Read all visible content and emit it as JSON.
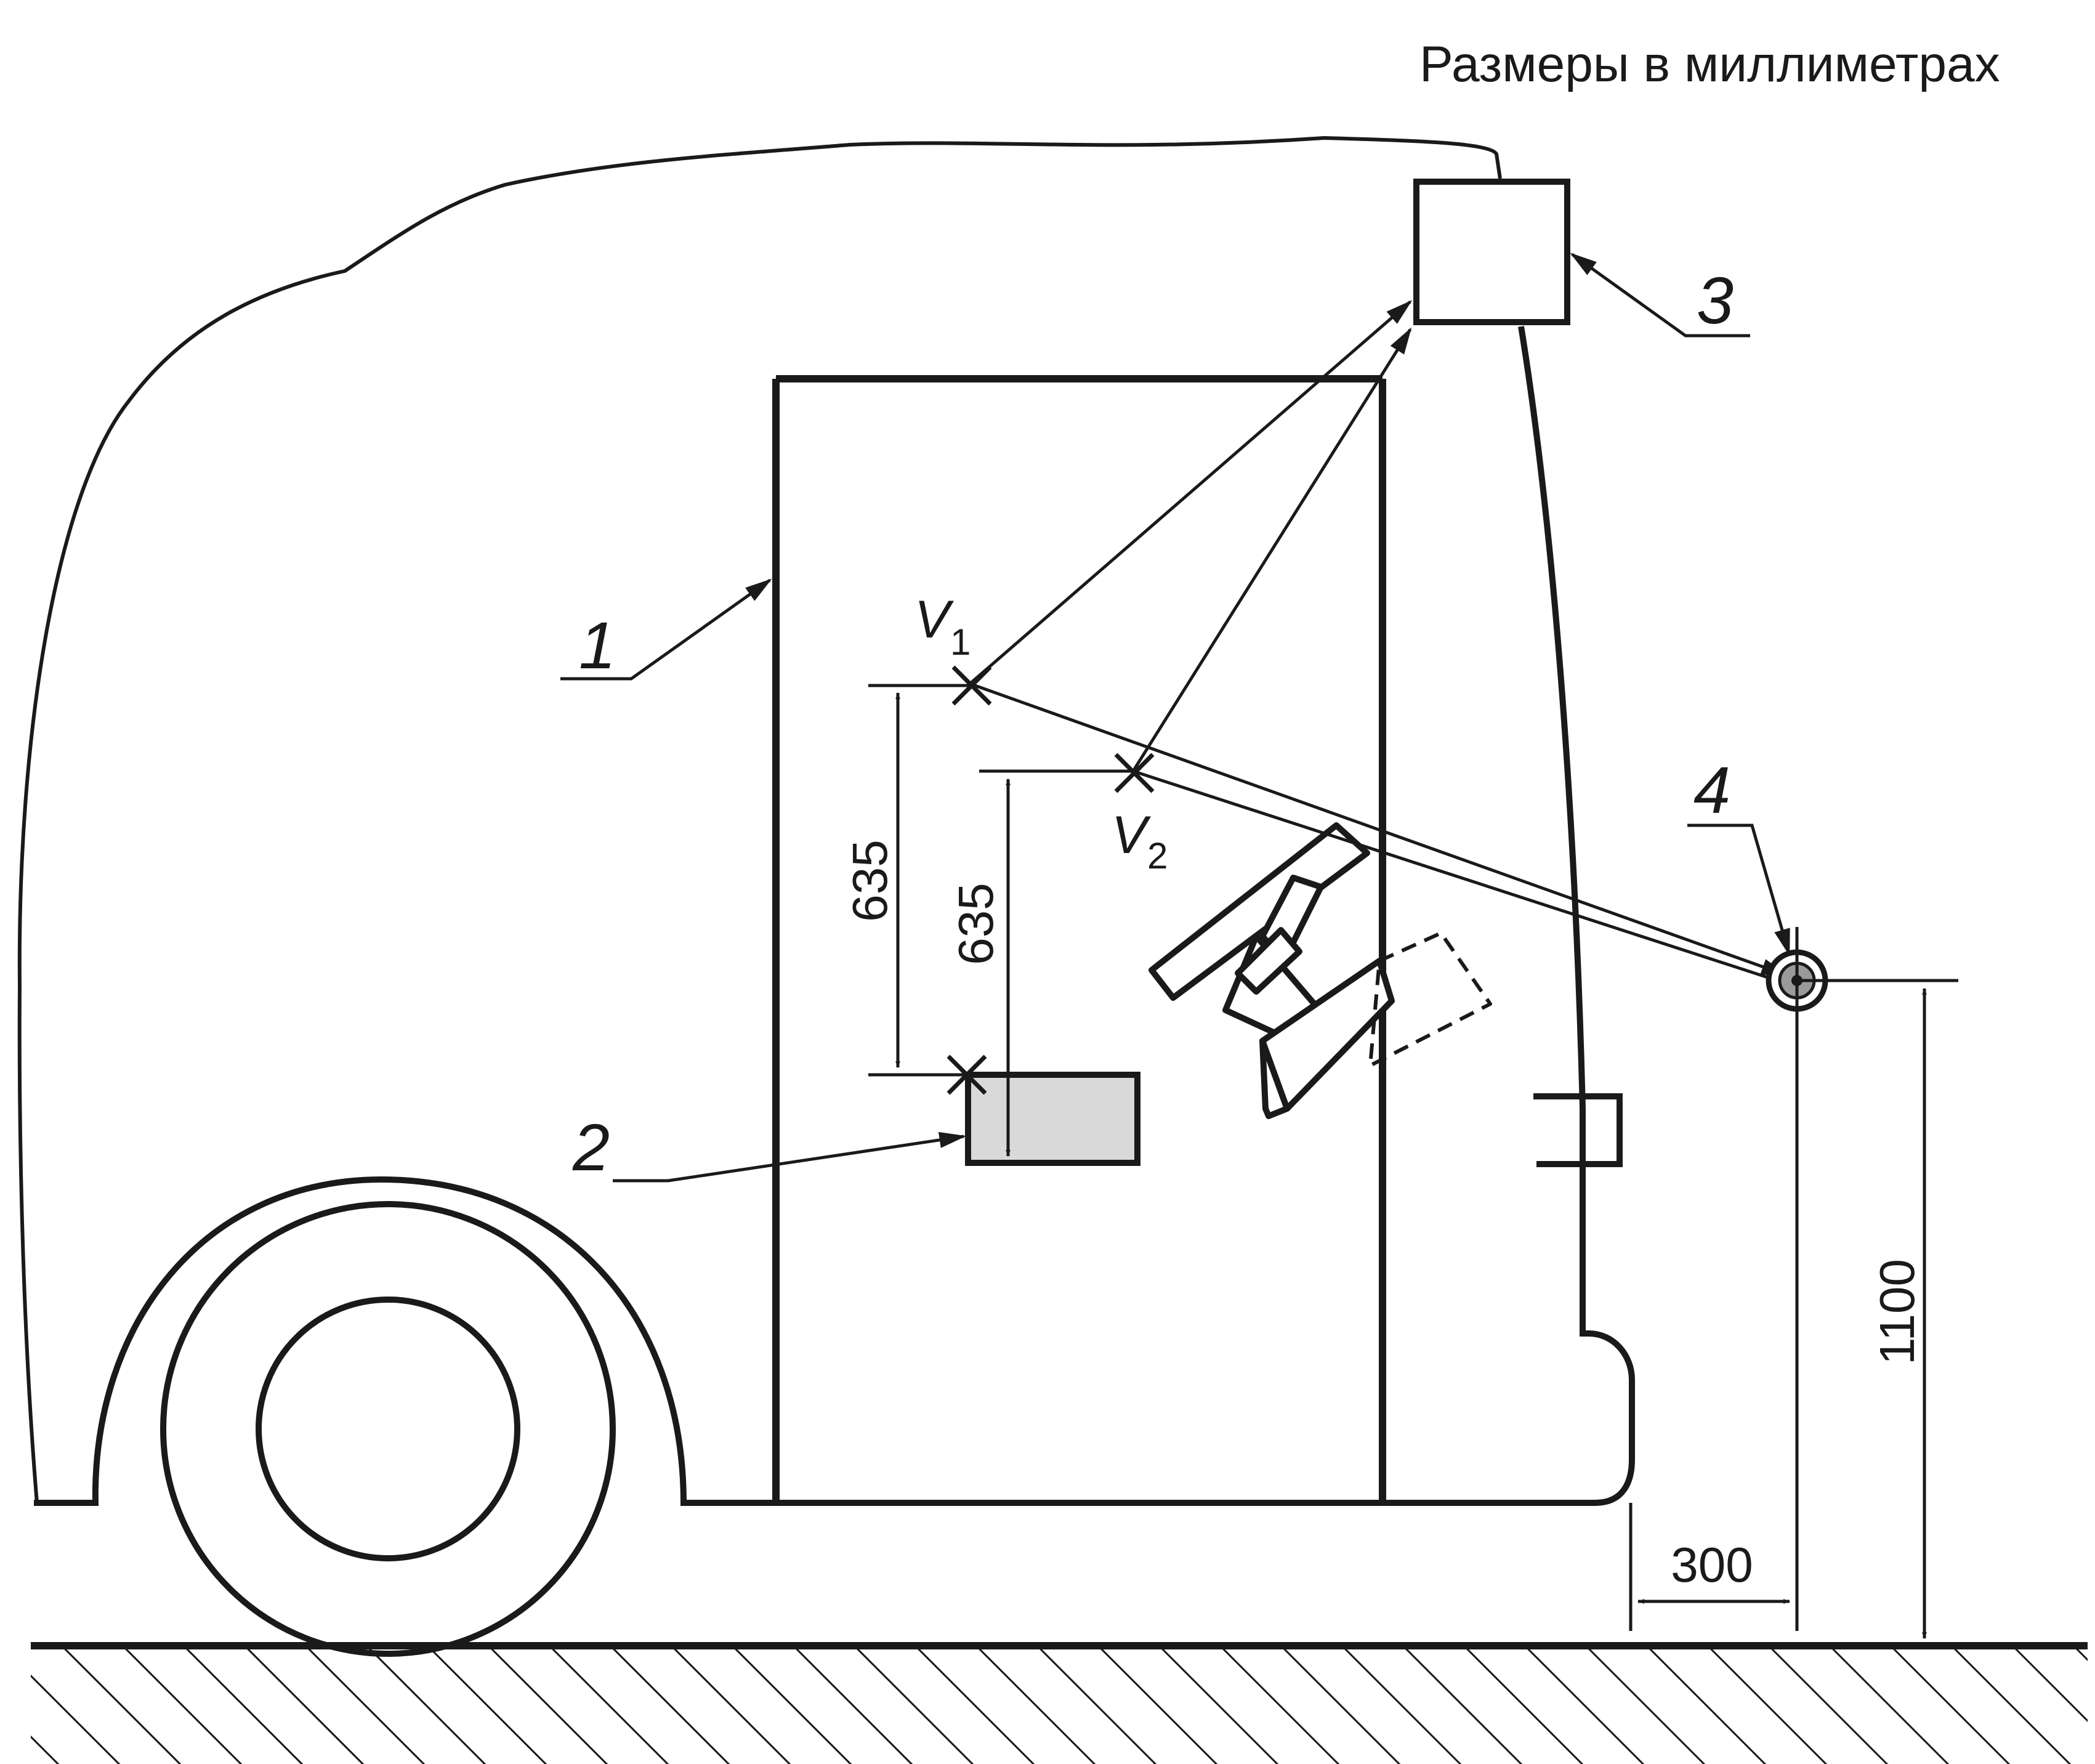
{
  "title": "Размеры в миллиметрах",
  "callouts": {
    "one": "1",
    "two": "2",
    "three": "3",
    "four": "4"
  },
  "points": {
    "v1_letter": "V",
    "v1_sub": "1",
    "v2_letter": "V",
    "v2_sub": "2"
  },
  "dimensions": {
    "v1_height": "635",
    "v2_height": "635",
    "horizontal": "300",
    "vertical": "1100"
  }
}
